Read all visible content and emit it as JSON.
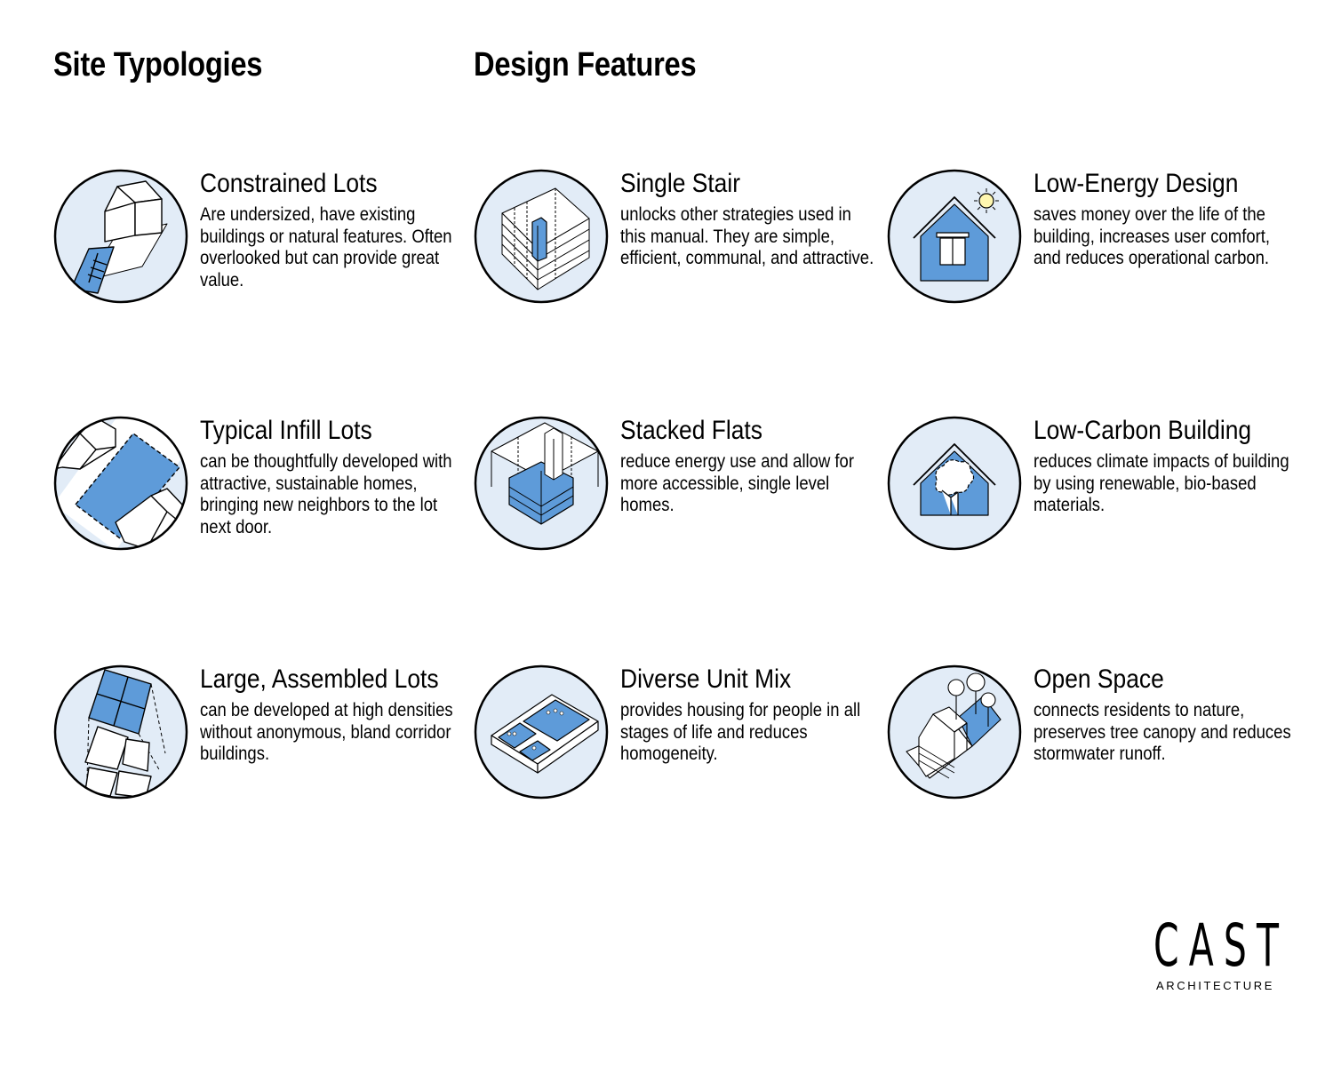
{
  "headings": {
    "site": "Site Typologies",
    "design": "Design Features"
  },
  "cards": {
    "constrained": {
      "title": "Constrained Lots",
      "desc": "Are undersized, have existing buildings or natural features. Often overlooked but can provide great value.",
      "icon": "constrained-lot-icon"
    },
    "infill": {
      "title": "Typical Infill Lots",
      "desc": "can be thoughtfully developed with attractive, sustainable homes, bringing new neighbors to the lot next door.",
      "icon": "infill-lot-icon"
    },
    "assembled": {
      "title": "Large, Assembled Lots",
      "desc": "can be developed at high densities without anonymous, bland corridor buildings.",
      "icon": "assembled-lot-icon"
    },
    "stair": {
      "title": "Single Stair",
      "desc": "unlocks other strategies used in this manual. They are simple, efficient, communal, and attractive.",
      "icon": "single-stair-icon"
    },
    "flats": {
      "title": "Stacked Flats",
      "desc": "reduce energy use and allow for more accessible, single level homes.",
      "icon": "stacked-flats-icon"
    },
    "mix": {
      "title": "Diverse Unit Mix",
      "desc": "provides housing for people in all stages of life and reduces homogeneity.",
      "icon": "unit-mix-icon"
    },
    "energy": {
      "title": "Low-Energy Design",
      "desc": "saves money over the life of the building, increases user comfort, and reduces operational carbon.",
      "icon": "house-sun-icon"
    },
    "carbon": {
      "title": "Low-Carbon Building",
      "desc": "reduces climate impacts of building by using renewable, bio-based materials.",
      "icon": "house-tree-icon"
    },
    "open": {
      "title": "Open Space",
      "desc": "connects residents to nature, preserves tree canopy and reduces stormwater runoff.",
      "icon": "open-space-trees-icon"
    }
  },
  "colors": {
    "circle_fill": "#e2ecf7",
    "accent_blue": "#5e9bd9",
    "stroke": "#000000"
  },
  "logo": {
    "word": "CAST",
    "sub": "ARCHITECTURE"
  }
}
